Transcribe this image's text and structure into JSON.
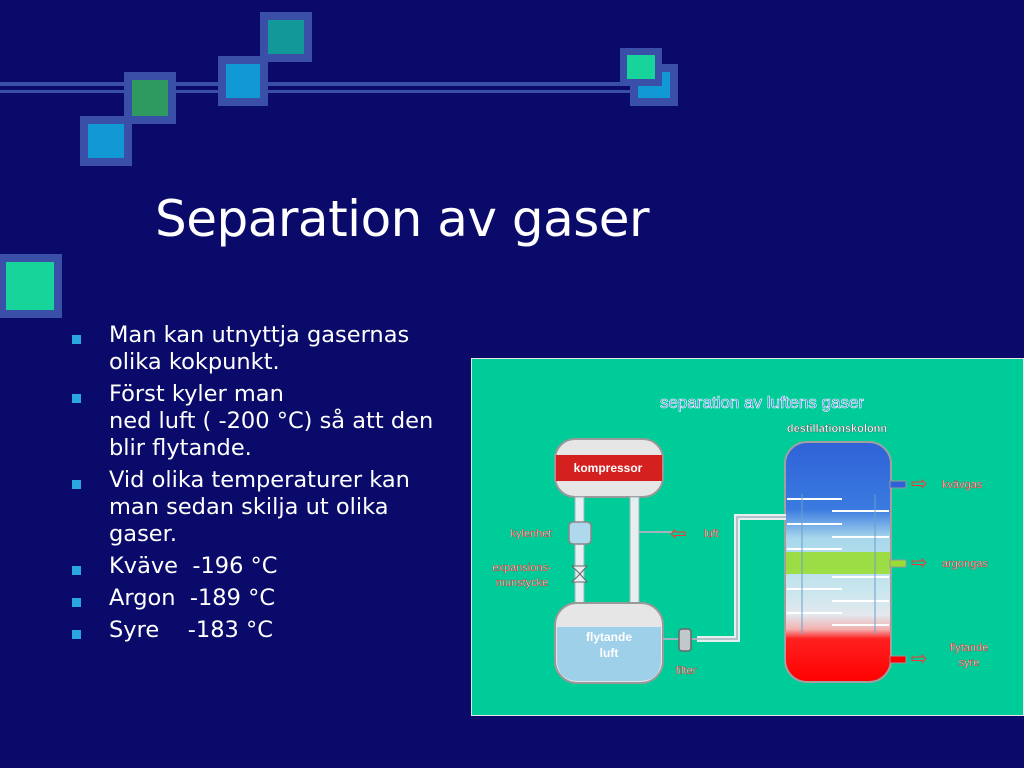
{
  "slide": {
    "title": "Separation av gaser",
    "bullets": [
      "Man kan utnyttja gasernas olika kokpunkt.",
      "Först kyler man\nned luft ( -200 °C) så att den blir flytande.",
      "Vid olika temperaturer kan man sedan skilja ut olika gaser.",
      "Kväve  -196 °C",
      "Argon  -189 °C",
      "Syre    -183 °C"
    ]
  },
  "diagram": {
    "title": "separation av luftens gaser",
    "labels": {
      "column": "destillationskolonn",
      "compressor": "kompressor",
      "cooler": "kylenhet",
      "nozzle_line1": "expansions-",
      "nozzle_line2": "munstycke",
      "air_in": "luft",
      "liquid_line1": "flytande",
      "liquid_line2": "luft",
      "filter": "filter",
      "nitrogen": "kvävgas",
      "argon": "argongas",
      "oxygen_line1": "flytande",
      "oxygen_line2": "syre"
    }
  },
  "colors": {
    "background": "#0a0a6b",
    "bullet": "#2aa7e0",
    "diagram_bg": "#00cc99"
  }
}
